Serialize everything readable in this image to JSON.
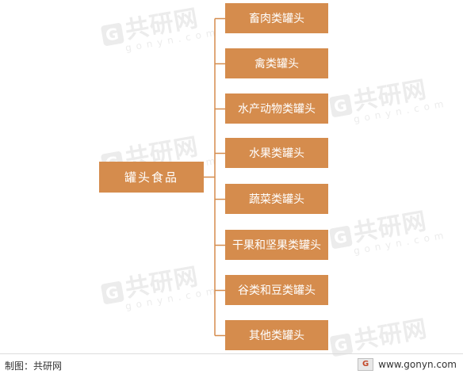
{
  "watermark": {
    "brand": "共研网",
    "domain": "gonyn.com",
    "mark": "G"
  },
  "root": {
    "label": "罐头食品"
  },
  "children": [
    {
      "label": "畜肉类罐头"
    },
    {
      "label": "禽类罐头"
    },
    {
      "label": "水产动物类罐头"
    },
    {
      "label": "水果类罐头"
    },
    {
      "label": "蔬菜类罐头"
    },
    {
      "label": "干果和坚果类罐头"
    },
    {
      "label": "谷类和豆类罐头"
    },
    {
      "label": "其他类罐头"
    }
  ],
  "footer": {
    "source": "制图：共研网",
    "site": "www.gonyn.com",
    "logo_mark": "G"
  },
  "colors": {
    "box_fill": "#d58c4d",
    "connector": "#d58c4d",
    "box_text": "#ffffff"
  }
}
